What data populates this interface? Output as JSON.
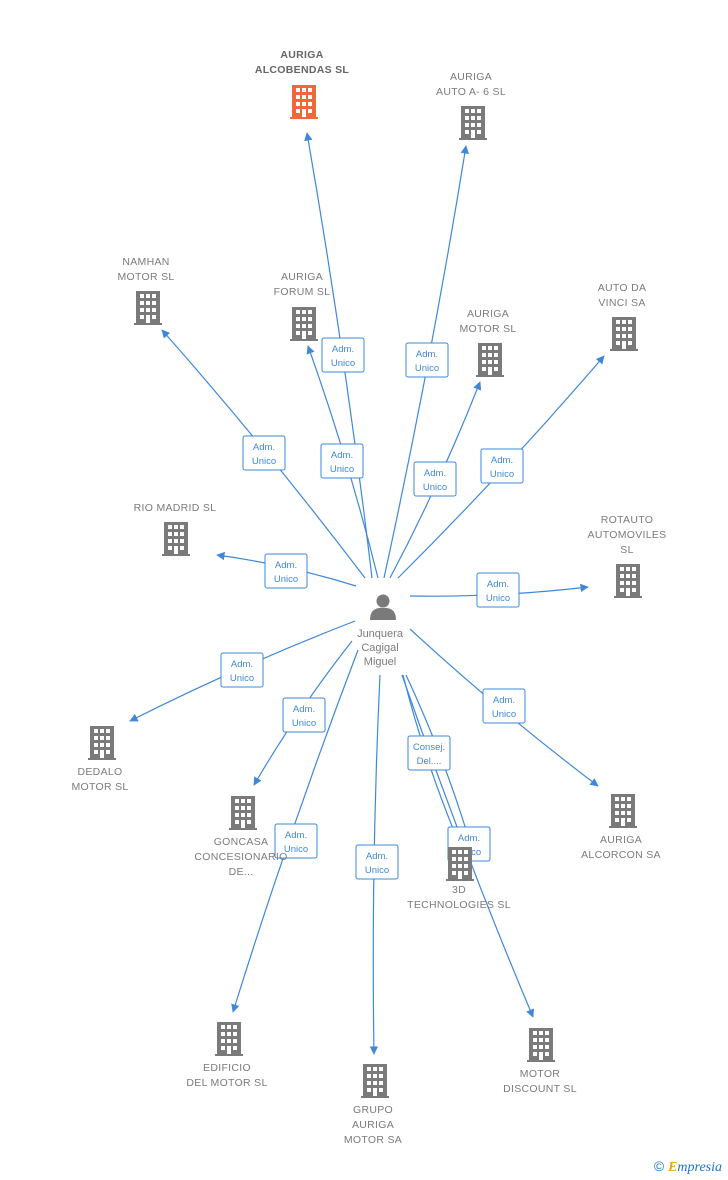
{
  "colors": {
    "edge": "#3f88d9",
    "building": "#7a7a7a",
    "building_highlight": "#f0683a"
  },
  "center": {
    "label_lines": [
      "Junquera",
      "Cagigal",
      "Miguel"
    ],
    "icon": "person-icon"
  },
  "companies": [
    {
      "id": "auriga-alcobendas",
      "lines": [
        "AURIGA",
        "ALCOBENDAS SL"
      ],
      "highlight": true,
      "role": [
        "Adm.",
        "Unico"
      ]
    },
    {
      "id": "auriga-auto-a6",
      "lines": [
        "AURIGA",
        "AUTO A- 6 SL"
      ],
      "highlight": false,
      "role": [
        "Adm.",
        "Unico"
      ]
    },
    {
      "id": "namhan-motor",
      "lines": [
        "NAMHAN",
        "MOTOR SL"
      ],
      "highlight": false,
      "role": [
        "Adm.",
        "Unico"
      ]
    },
    {
      "id": "auriga-forum",
      "lines": [
        "AURIGA",
        "FORUM SL"
      ],
      "highlight": false,
      "role": [
        "Adm.",
        "Unico"
      ]
    },
    {
      "id": "auriga-motor",
      "lines": [
        "AURIGA",
        "MOTOR SL"
      ],
      "highlight": false,
      "role": [
        "Adm.",
        "Unico"
      ]
    },
    {
      "id": "auto-da-vinci",
      "lines": [
        "AUTO DA",
        "VINCI SA"
      ],
      "highlight": false,
      "role": [
        "Adm.",
        "Unico"
      ]
    },
    {
      "id": "rio-madrid",
      "lines": [
        "RIO MADRID SL"
      ],
      "highlight": false,
      "role": [
        "Adm.",
        "Unico"
      ]
    },
    {
      "id": "rotauto-automoviles",
      "lines": [
        "ROTAUTO",
        "AUTOMOVILES",
        "SL"
      ],
      "highlight": false,
      "role": [
        "Adm.",
        "Unico"
      ]
    },
    {
      "id": "dedalo-motor",
      "lines": [
        "DEDALO",
        "MOTOR SL"
      ],
      "highlight": false,
      "role": [
        "Adm.",
        "Unico"
      ]
    },
    {
      "id": "goncasa",
      "lines": [
        "GONCASA",
        "CONCESIONARIO",
        "DE..."
      ],
      "highlight": false,
      "role": [
        "Adm.",
        "Unico"
      ]
    },
    {
      "id": "auriga-alcorcon",
      "lines": [
        "AURIGA",
        "ALCORCON SA"
      ],
      "highlight": false,
      "role": [
        "Adm.",
        "Unico"
      ]
    },
    {
      "id": "3d-technologies",
      "lines": [
        "3D",
        "TECHNOLOGIES SL"
      ],
      "highlight": false,
      "role": [
        "Adm.",
        "Unico"
      ],
      "role2": [
        "Consej.",
        "Del...."
      ]
    },
    {
      "id": "edificio-del-motor",
      "lines": [
        "EDIFICIO",
        "DEL MOTOR SL"
      ],
      "highlight": false,
      "role": [
        "Adm.",
        "Unico"
      ]
    },
    {
      "id": "grupo-auriga-motor",
      "lines": [
        "GRUPO",
        "AURIGA",
        "MOTOR SA"
      ],
      "highlight": false,
      "role": [
        "Adm.",
        "Unico"
      ]
    },
    {
      "id": "motor-discount",
      "lines": [
        "MOTOR",
        "DISCOUNT SL"
      ],
      "highlight": false,
      "role": [
        "Adm.",
        "Unico"
      ]
    }
  ],
  "footer": {
    "copyright_symbol": "©",
    "brand_first": "E",
    "brand_rest": "mpresia"
  }
}
